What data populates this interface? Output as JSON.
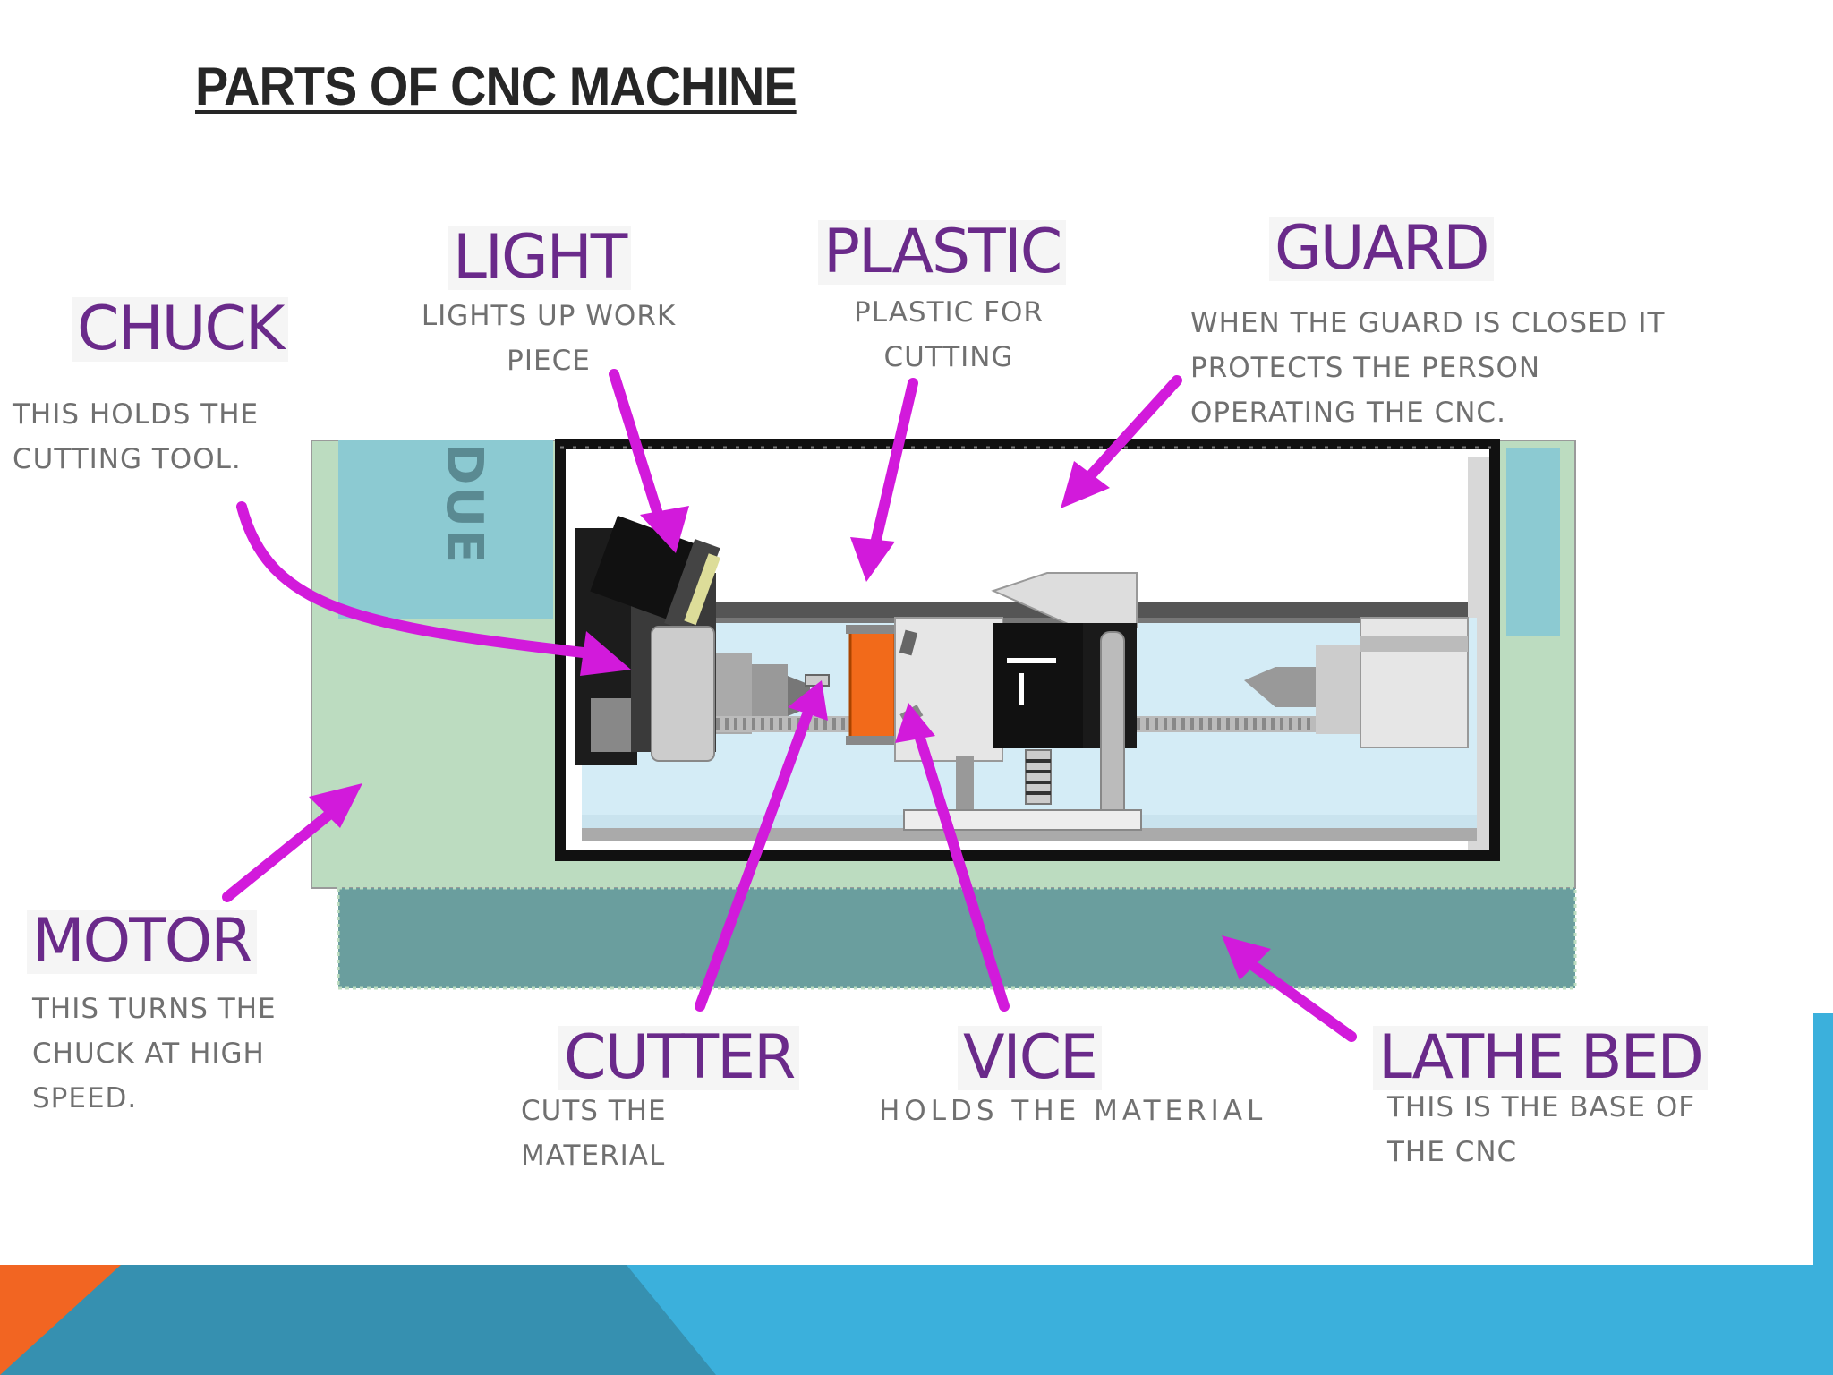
{
  "slide": {
    "title": "PARTS OF CNC MACHINE"
  },
  "diagram": {
    "machine_brand": "DUE",
    "parts": [
      {
        "id": "chuck",
        "label": "CHUCK",
        "description": [
          "THIS HOLDS THE",
          "CUTTING TOOL."
        ]
      },
      {
        "id": "light",
        "label": "LIGHT",
        "description": [
          "LIGHTS UP WORK",
          "PIECE"
        ]
      },
      {
        "id": "plastic",
        "label": "PLASTIC",
        "description": [
          "PLASTIC FOR",
          "CUTTING"
        ]
      },
      {
        "id": "guard",
        "label": "GUARD",
        "description": [
          "WHEN THE GUARD IS CLOSED IT",
          "PROTECTS THE PERSON",
          "OPERATING THE CNC."
        ]
      },
      {
        "id": "motor",
        "label": "MOTOR",
        "description": [
          "THIS TURNS THE",
          "CHUCK AT HIGH",
          "SPEED."
        ]
      },
      {
        "id": "cutter",
        "label": "CUTTER",
        "description": [
          "CUTS THE",
          "MATERIAL"
        ]
      },
      {
        "id": "vice",
        "label": "VICE",
        "description": [
          "HOLDS THE MATERIAL"
        ]
      },
      {
        "id": "lathe-bed",
        "label": "LATHE BED",
        "description": [
          "THIS IS THE BASE OF",
          "THE CNC"
        ]
      }
    ]
  },
  "colors": {
    "label_purple": "#6a2a8a",
    "arrow_magenta": "#d21adb",
    "machine_green": "#bcdcc0",
    "machine_teal": "#6a9e9e",
    "panel_blue": "#8ccad2",
    "inner_blue": "#d4ecf6",
    "footer_blue": "#3bb0dc",
    "footer_dark_blue": "#3690b0",
    "footer_orange": "#f26522"
  }
}
